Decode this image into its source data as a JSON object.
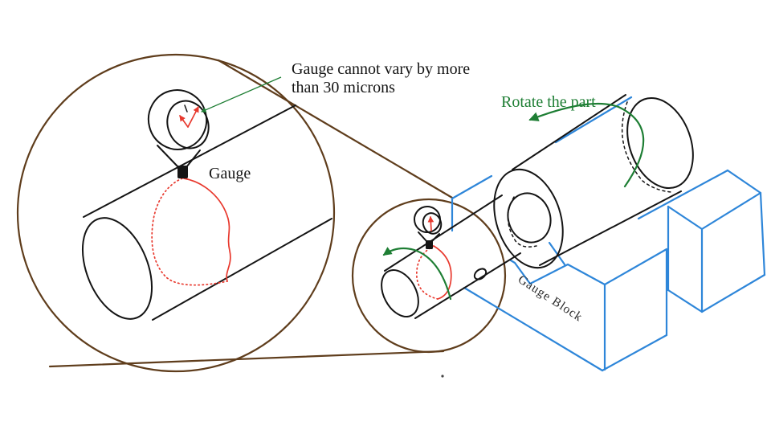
{
  "annotations": {
    "gauge_note_line1": "Gauge cannot vary by more",
    "gauge_note_line2": "than 30 microns",
    "gauge_label": "Gauge",
    "rotate_label": "Rotate the part",
    "gauge_block_label": "Gauge Block"
  },
  "colors": {
    "magnifier_brown": "#5f3d1c",
    "block_blue": "#2e86d9",
    "accent_green": "#1e7e34",
    "indicator_red": "#e8392e",
    "line_black": "#141414",
    "background": "#ffffff"
  }
}
